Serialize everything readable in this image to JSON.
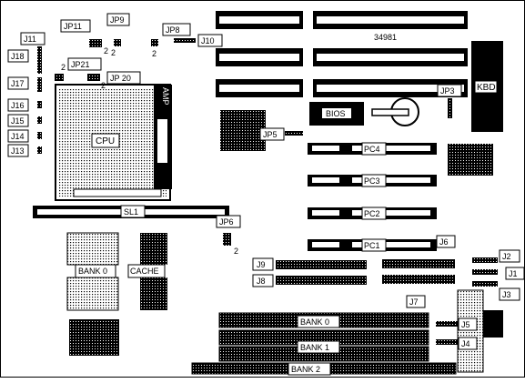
{
  "board_number": "34981",
  "components": {
    "cpu": "CPU",
    "amp": "AMP",
    "bios": "BIOS",
    "kbd": "KBD",
    "sl1": "SL1",
    "bank0_cache": "BANK 0",
    "cache": "CACHE",
    "bank0": "BANK 0",
    "bank1": "BANK 1",
    "bank2": "BANK 2",
    "pc1": "PC1",
    "pc2": "PC2",
    "pc3": "PC3",
    "pc4": "PC4"
  },
  "jumpers": {
    "jp11": "JP11",
    "jp9": "JP9",
    "jp8": "JP8",
    "j10": "J10",
    "jp21": "JP21",
    "jp20": "JP 20",
    "jp3": "JP3",
    "jp5": "JP5",
    "jp6": "JP6",
    "j11": "J11",
    "j18": "J18",
    "j17": "J17",
    "j16": "J16",
    "j15": "J15",
    "j14": "J14",
    "j13": "J13",
    "j9": "J9",
    "j8": "J8",
    "j6": "J6",
    "j7": "J7",
    "j2": "J2",
    "j1": "J1",
    "j3": "J3",
    "j5": "J5",
    "j4": "J4"
  },
  "pin_markers": {
    "jp11": "2",
    "jp9": "2",
    "jp8": "2",
    "jp21": "2",
    "jp20": "2",
    "jp6": "2"
  }
}
